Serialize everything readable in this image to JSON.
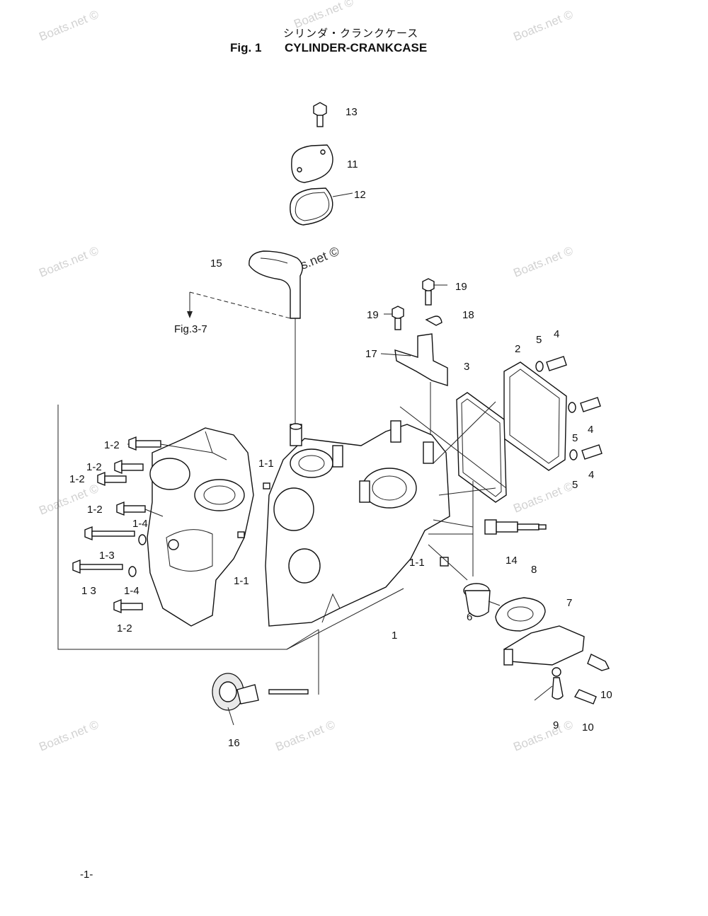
{
  "header": {
    "title_jp": "シリンダ・クランクケース",
    "fig_no": "Fig. 1",
    "title_en": "CYLINDER-CRANKCASE"
  },
  "watermark": "Boats.net ©",
  "reference": "Fig.3-7",
  "page_number": "-1-",
  "callouts": {
    "p13": "13",
    "p11": "11",
    "p12": "12",
    "p15": "15",
    "p19a": "19",
    "p19b": "19",
    "p18": "18",
    "p17": "17",
    "p3": "3",
    "p2": "2",
    "p5a": "5",
    "p4a": "4",
    "p4b": "4",
    "p5b": "5",
    "p4c": "4",
    "p5c": "5",
    "p1_2a": "1-2",
    "p1_2b": "1-2",
    "p1_2c": "1-2",
    "p1_2d": "1-2",
    "p1_2e": "1-2",
    "p1_1a": "1-1",
    "p1_4a": "1-4",
    "p1_3a": "1-3",
    "p1_1b": "1-1",
    "p1_3b": "1 3",
    "p1_4b": "1-4",
    "p1_1c": "1-1",
    "p14": "14",
    "p8": "8",
    "p7": "7",
    "p6": "6",
    "p1": "1",
    "p10a": "10",
    "p9": "9",
    "p10b": "10",
    "p16": "16"
  }
}
